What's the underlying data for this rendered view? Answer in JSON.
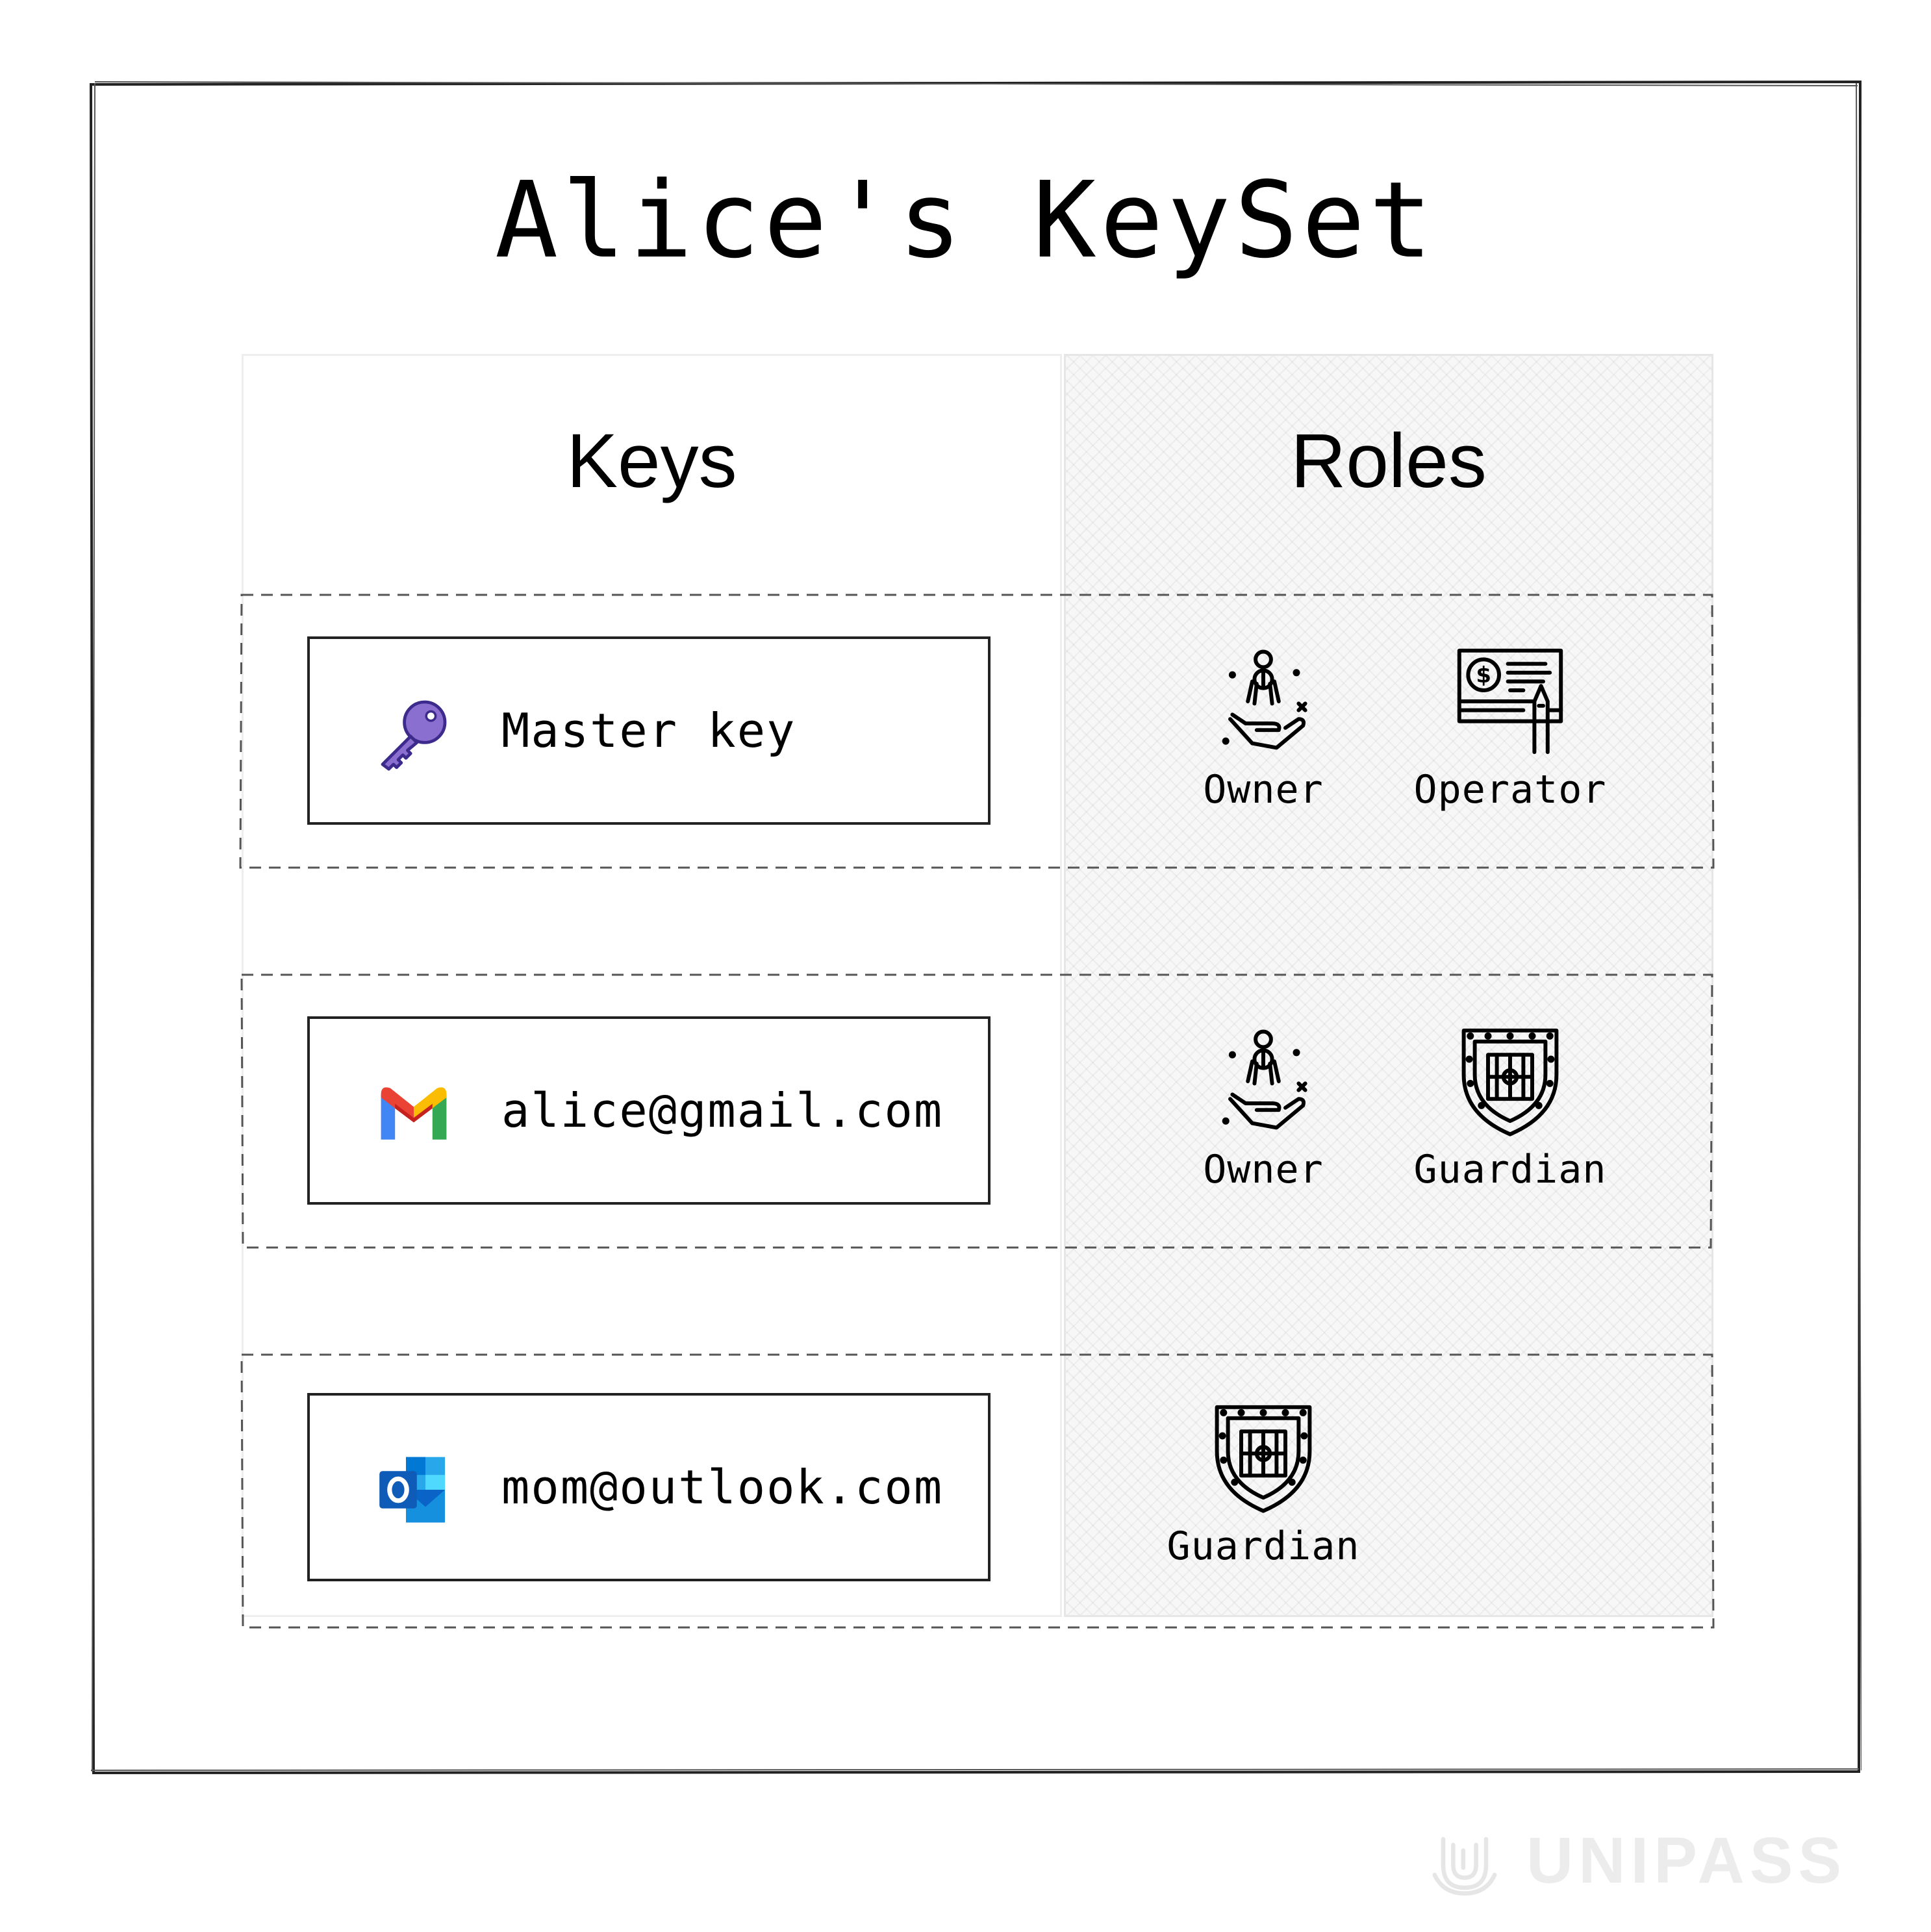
{
  "title": "Alice's KeySet",
  "columns": {
    "keys": "Keys",
    "roles": "Roles"
  },
  "rows": [
    {
      "key": {
        "label": "Master key",
        "icon": "key-icon"
      },
      "roles": [
        {
          "label": "Owner",
          "icon": "owner-hand-keys-icon"
        },
        {
          "label": "Operator",
          "icon": "operator-cheque-pen-icon"
        }
      ]
    },
    {
      "key": {
        "label": "alice@gmail.com",
        "icon": "gmail-icon"
      },
      "roles": [
        {
          "label": "Owner",
          "icon": "owner-hand-keys-icon"
        },
        {
          "label": "Guardian",
          "icon": "guardian-shield-icon"
        }
      ]
    },
    {
      "key": {
        "label": "mom@outlook.com",
        "icon": "outlook-icon"
      },
      "roles": [
        {
          "label": "Guardian",
          "icon": "guardian-shield-icon"
        }
      ]
    }
  ],
  "brand": {
    "name": "UNIPASS",
    "icon": "unipass-logo-icon"
  },
  "colors": {
    "key_purple": "#8b6fd0",
    "gmail_red": "#ea4335",
    "gmail_blue": "#4285f4",
    "gmail_green": "#34a853",
    "gmail_yellow": "#fbbc04",
    "outlook_blue": "#0a64c8",
    "watermark": "#ececec"
  }
}
